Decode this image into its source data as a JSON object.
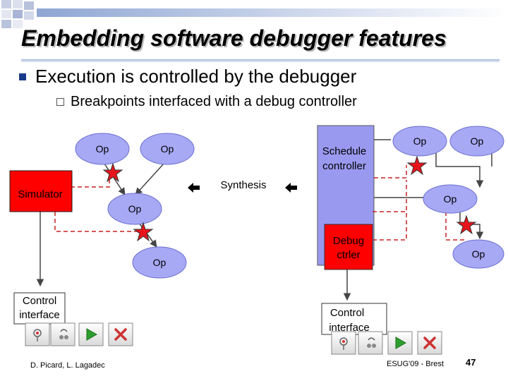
{
  "slide": {
    "title": "Embedding software debugger features",
    "bullet_1": "Execution is controlled by the debugger",
    "bullet_2": "Breakpoints interfaced with a debug controller",
    "footer_author": "D. Picard, L. Lagadec",
    "footer_event": "ESUG'09 - Brest",
    "slide_number": "47"
  },
  "diagram": {
    "op_label": "Op",
    "simulator_label": "Simulator",
    "synthesis_label": "Synthesis",
    "schedule_label_line1": "Schedule",
    "schedule_label_line2": "controller",
    "debug_label_line1": "Debug",
    "debug_label_line2": "ctrler",
    "control_line1": "Control",
    "control_line2": "interface"
  },
  "colors": {
    "op_fill": "#a7a9f5",
    "simulator_fill": "#ff0000",
    "schedule_fill": "#9a99f0",
    "breakpoint_star": "#e8141c",
    "debug_link": "#cc2020",
    "play_icon": "#2e9e2e",
    "stop_icon": "#cc3333"
  },
  "icons": [
    "breakpoint-icon",
    "step-icon",
    "play-icon",
    "stop-icon"
  ]
}
